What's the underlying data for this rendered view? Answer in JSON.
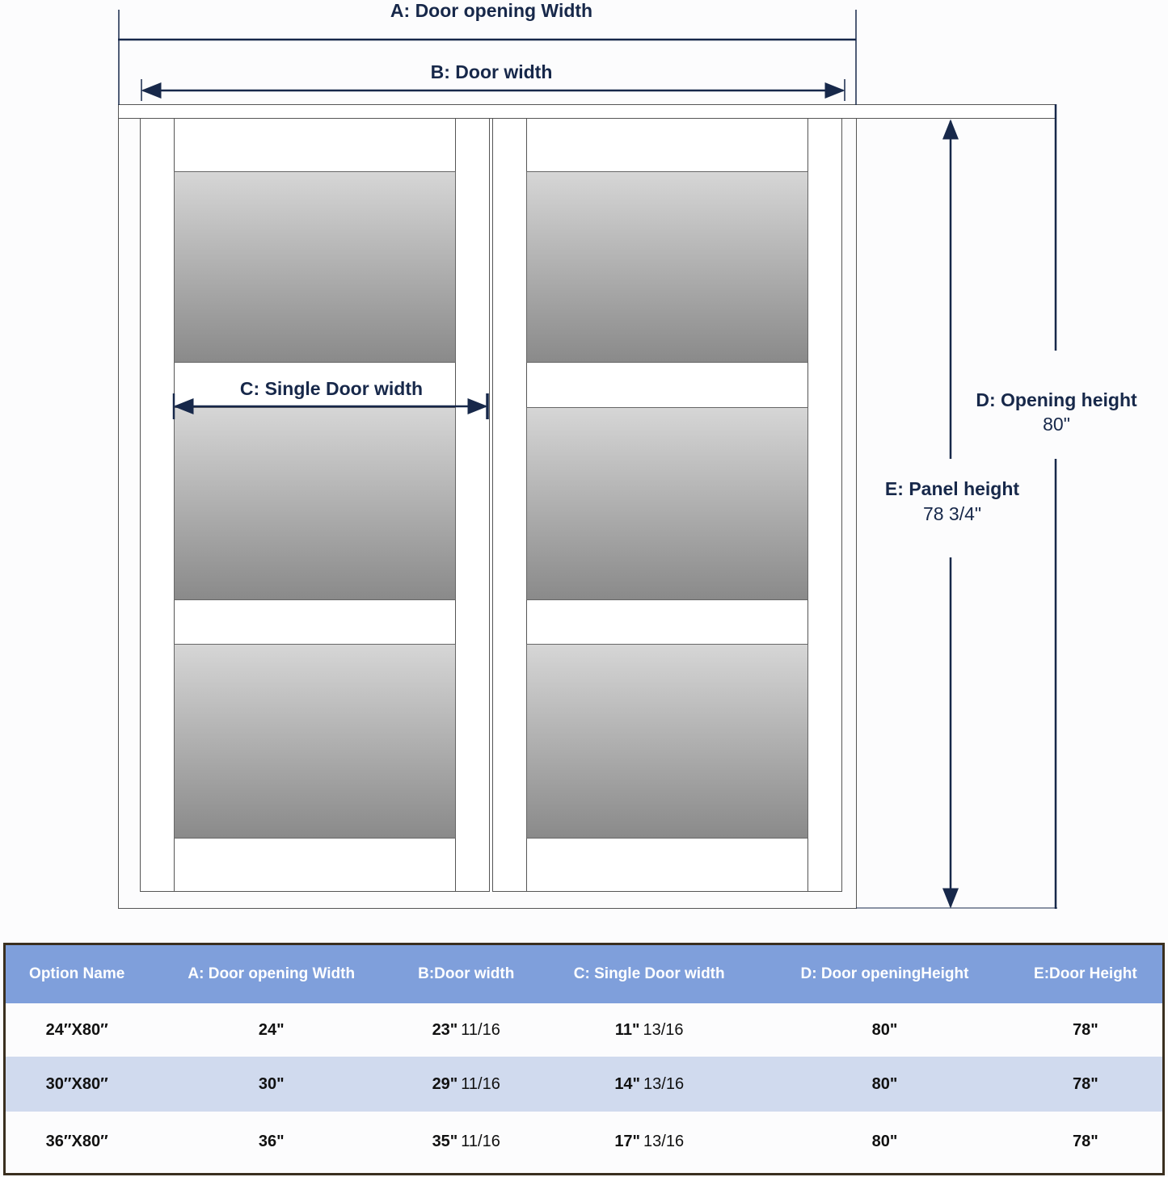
{
  "diagram": {
    "label_a": "A: Door opening Width",
    "label_b": "B: Door  width",
    "label_c": "C: Single Door width",
    "label_d": "D:  Opening height",
    "label_d_value": "80\"",
    "label_e": "E:  Panel height",
    "label_e_value": "78 3/4\""
  },
  "table": {
    "headers": [
      "Option Name",
      "A: Door opening Width",
      "B:Door  width",
      "C: Single Door width",
      "D:  Door openingHeight",
      "E:Door Height"
    ],
    "rows": [
      [
        {
          "m": "24″X80″",
          "f": ""
        },
        {
          "m": "24\"",
          "f": ""
        },
        {
          "m": "23\"",
          "f": "11/16"
        },
        {
          "m": "11\"",
          "f": "13/16"
        },
        {
          "m": "80\"",
          "f": ""
        },
        {
          "m": "78\"",
          "f": ""
        }
      ],
      [
        {
          "m": "30″X80″",
          "f": ""
        },
        {
          "m": "30\"",
          "f": ""
        },
        {
          "m": "29\"",
          "f": "11/16"
        },
        {
          "m": "14\"",
          "f": "13/16"
        },
        {
          "m": "80\"",
          "f": ""
        },
        {
          "m": "78\"",
          "f": ""
        }
      ],
      [
        {
          "m": "36″X80″",
          "f": ""
        },
        {
          "m": "36\"",
          "f": ""
        },
        {
          "m": "35\"",
          "f": "11/16"
        },
        {
          "m": "17\"",
          "f": "13/16"
        },
        {
          "m": "80\"",
          "f": ""
        },
        {
          "m": "78\"",
          "f": ""
        }
      ]
    ]
  },
  "colors": {
    "navy": "#17284a",
    "header": "#7f9fdb",
    "alt_row": "#d0daee",
    "border": "#3a2f1f"
  }
}
